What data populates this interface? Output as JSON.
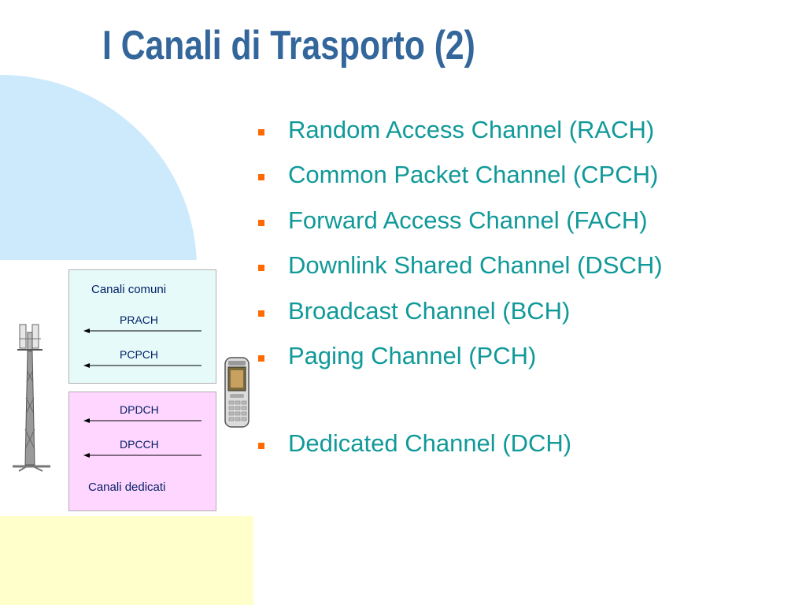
{
  "slide": {
    "title": "I Canali di Trasporto (2)"
  },
  "bullets": [
    "Random Access Channel (RACH)",
    "Common Packet Channel (CPCH)",
    "Forward Access Channel (FACH)",
    "Downlink Shared Channel (DSCH)",
    "Broadcast Channel (BCH)",
    "Paging Channel (PCH)",
    "Dedicated Channel (DCH)"
  ],
  "diagram": {
    "common_label": "Canali comuni",
    "common_channels": [
      "PRACH",
      "PCPCH"
    ],
    "dedicated_channels": [
      "DPDCH",
      "DPCCH"
    ],
    "dedicated_label": "Canali dedicati"
  },
  "colors": {
    "title": "#33669a",
    "bullet_text": "#119999",
    "bullet_marker": "#ff6a00",
    "common_box": "#e6fafa",
    "dedicated_box": "#ffd6ff"
  }
}
